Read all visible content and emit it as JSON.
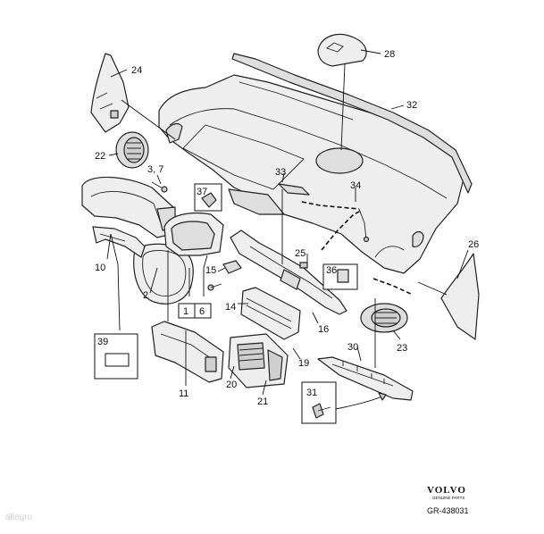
{
  "labels": {
    "l24": "24",
    "l28": "28",
    "l32": "32",
    "l22": "22",
    "l37": "3, 7",
    "l33": "33",
    "l37b": "37",
    "l34": "34",
    "l26": "26",
    "l10": "10",
    "l25": "25",
    "l15": "15",
    "l36": "36",
    "l2": "2",
    "l1": "1",
    "l6": "6",
    "l14": "14",
    "l16": "16",
    "l39": "39",
    "l30": "30",
    "l23": "23",
    "l20": "20",
    "l19": "19",
    "l11": "11",
    "l21": "21",
    "l31": "31"
  },
  "footer": {
    "brand": "VOLVO",
    "brand_sub": "GENUINE PARTS",
    "ref": "GR-438031"
  },
  "watermark": "allegro"
}
